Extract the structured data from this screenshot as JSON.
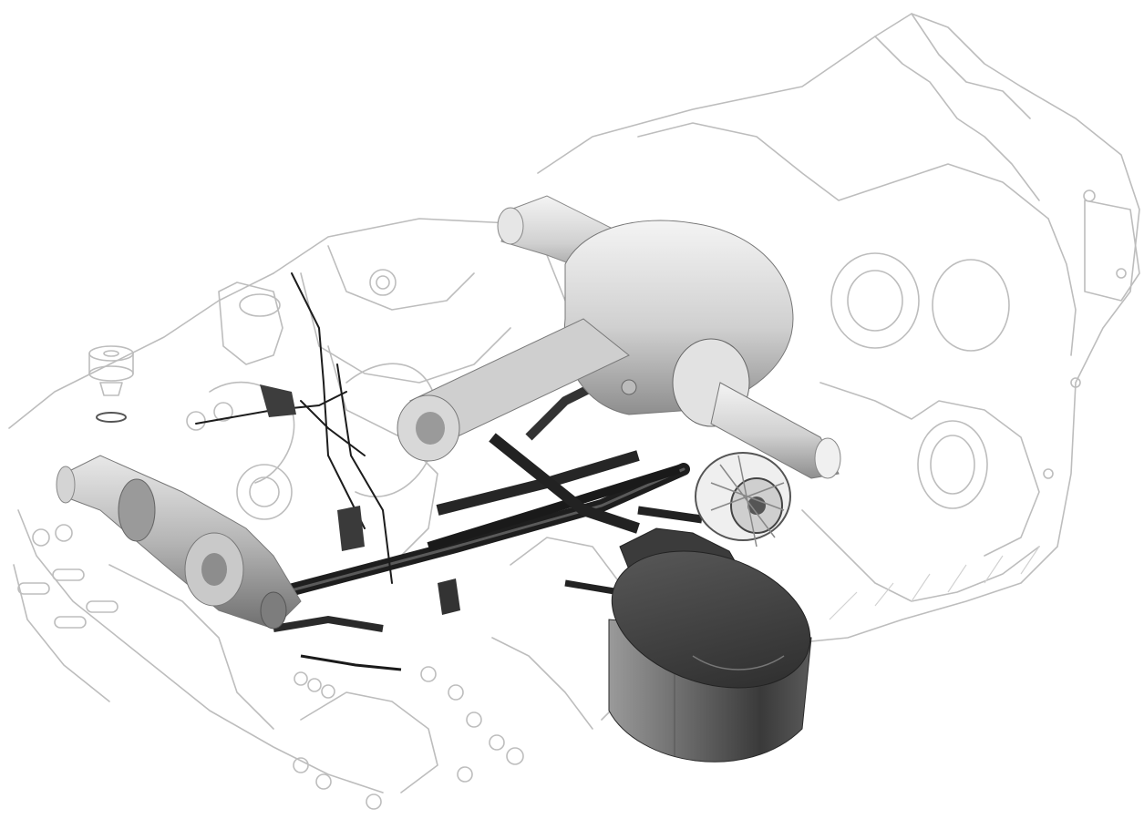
{
  "figure": {
    "kind": "exploded lubrication-system illustration",
    "colors": {
      "background": "#ffffff",
      "housing_outline": "#bdbdbd",
      "oil_passage": "#1c1c1c",
      "crankshaft_light": "#ececec",
      "crankshaft_mid": "#a9a9a9",
      "filter_light": "#8a8a8a",
      "filter_dark": "#2e2e2e"
    },
    "parts": [
      {
        "id": "crankcase-housing",
        "icon": "engine-block-icon"
      },
      {
        "id": "crankshaft",
        "icon": "crankshaft-icon"
      },
      {
        "id": "camshaft",
        "icon": "camshaft-icon"
      },
      {
        "id": "oil-filter",
        "icon": "oil-filter-icon"
      },
      {
        "id": "oil-pump-rotor",
        "icon": "rotor-icon"
      },
      {
        "id": "oil-galleries",
        "icon": "pipe-icon"
      },
      {
        "id": "piston-pin-parts",
        "icon": "piston-icon"
      }
    ]
  }
}
